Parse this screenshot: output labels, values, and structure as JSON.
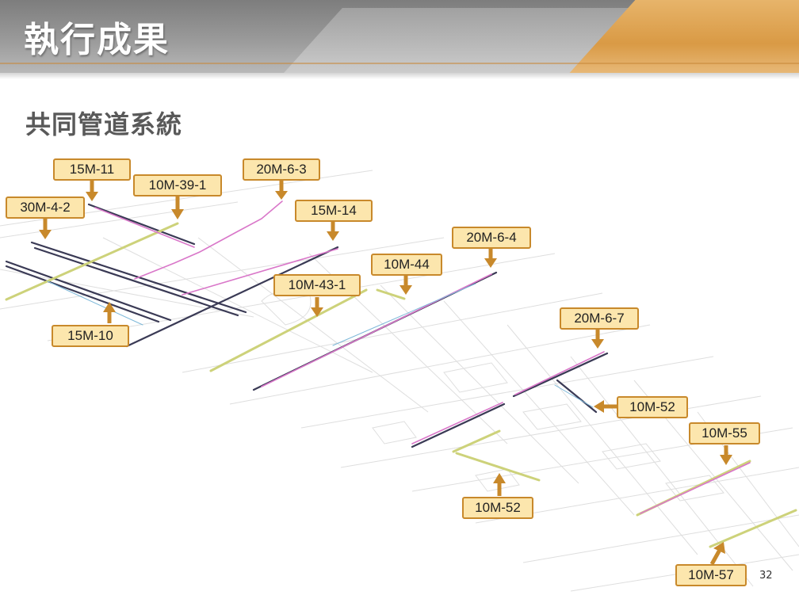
{
  "slide": {
    "title": "執行成果",
    "subtitle": "共同管道系統",
    "page_number": "32"
  },
  "colors": {
    "accent_orange": "#c8892b",
    "label_fill": "#fce6ad",
    "arrow": "#c8892b"
  },
  "map_labels": [
    {
      "id": "15m-11",
      "text": "15M-11"
    },
    {
      "id": "10m-39-1",
      "text": "10M-39-1"
    },
    {
      "id": "20m-6-3",
      "text": "20M-6-3"
    },
    {
      "id": "30m-4-2",
      "text": "30M-4-2"
    },
    {
      "id": "15m-14",
      "text": "15M-14"
    },
    {
      "id": "20m-6-4",
      "text": "20M-6-4"
    },
    {
      "id": "10m-44",
      "text": "10M-44"
    },
    {
      "id": "10m-43-1",
      "text": "10M-43-1"
    },
    {
      "id": "15m-10",
      "text": "15M-10"
    },
    {
      "id": "20m-6-7",
      "text": "20M-6-7"
    },
    {
      "id": "10m-52-right",
      "text": "10M-52"
    },
    {
      "id": "10m-55",
      "text": "10M-55"
    },
    {
      "id": "10m-52-bottom",
      "text": "10M-52"
    },
    {
      "id": "10m-57",
      "text": "10M-57"
    }
  ]
}
